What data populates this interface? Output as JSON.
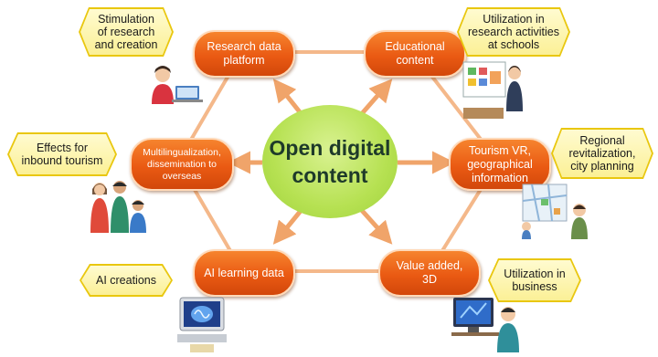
{
  "center": {
    "label": "Open digital\ncontent"
  },
  "nodes": {
    "research_data": "Research data\nplatform",
    "educational": "Educational\ncontent",
    "tourism": "Tourism VR,\ngeographical\ninformation",
    "value_added": "Value added,\n3D",
    "ai_learning": "AI learning data",
    "multilingual": "Multilingualization,\ndissemination to\noverseas"
  },
  "tags": {
    "research": "Stimulation\nof research\nand creation",
    "schools": "Utilization in\nresearch activities\nat schools",
    "regional": "Regional\nrevitalization,\ncity planning",
    "business": "Utilization in\nbusiness",
    "ai_creations": "AI creations",
    "inbound": "Effects for\ninbound tourism"
  },
  "colors": {
    "node": "#ea5a13",
    "center": "#b6e152",
    "connector": "#f0a46a",
    "tag_border": "#e9c70f",
    "tag_fill": "#fbf096"
  },
  "illustrations": [
    "person-at-laptop-icon",
    "teacher-at-board-icon",
    "family-tourists-icon",
    "map-planning-icon",
    "ai-brain-computer-icon",
    "person-at-monitor-icon"
  ]
}
